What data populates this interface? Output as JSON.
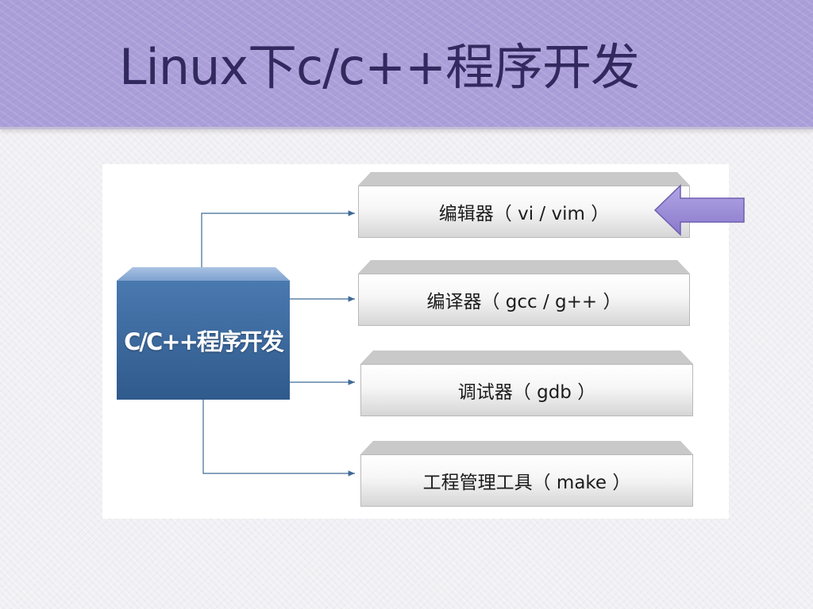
{
  "slide": {
    "title": "Linux下c/c++程序开发"
  },
  "diagram": {
    "root": "C/C++程序开发",
    "tools": [
      {
        "label": "编辑器（ vi / vim ）"
      },
      {
        "label": "编译器（ gcc / g++ ）"
      },
      {
        "label": "调试器（ gdb ）"
      },
      {
        "label": "工程管理工具（ make ）"
      }
    ]
  },
  "colors": {
    "title_bar": "#ab9fd9",
    "title_text": "#322a5e",
    "root_box": "#3a679c",
    "connector": "#3f6a98",
    "pointer_arrow": "#9a8ad6"
  }
}
